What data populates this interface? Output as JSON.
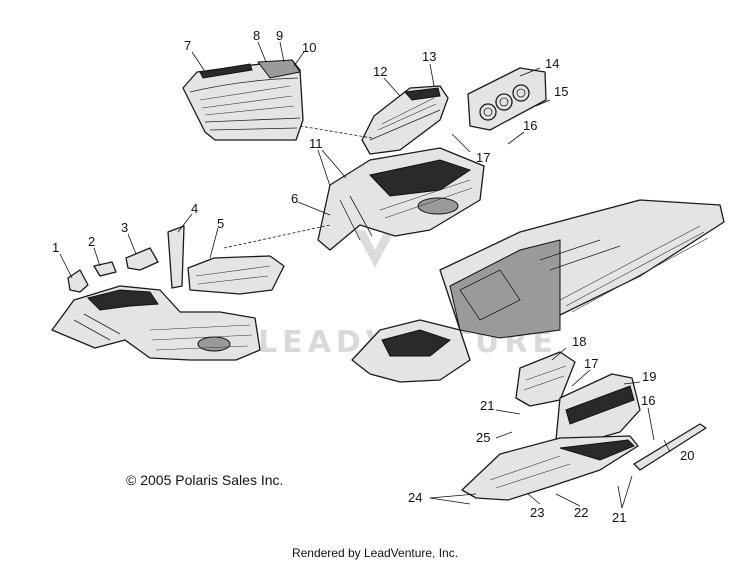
{
  "callouts": [
    "1",
    "2",
    "3",
    "4",
    "5",
    "6",
    "7",
    "8",
    "9",
    "10",
    "11",
    "12",
    "13",
    "14",
    "15",
    "16",
    "17",
    "18",
    "17",
    "19",
    "16",
    "21",
    "25",
    "20",
    "24",
    "23",
    "22",
    "21"
  ],
  "watermark": "LEADVENTURE",
  "copyright": "© 2005 Polaris Sales Inc.",
  "footer": "Rendered by LeadVenture, Inc."
}
